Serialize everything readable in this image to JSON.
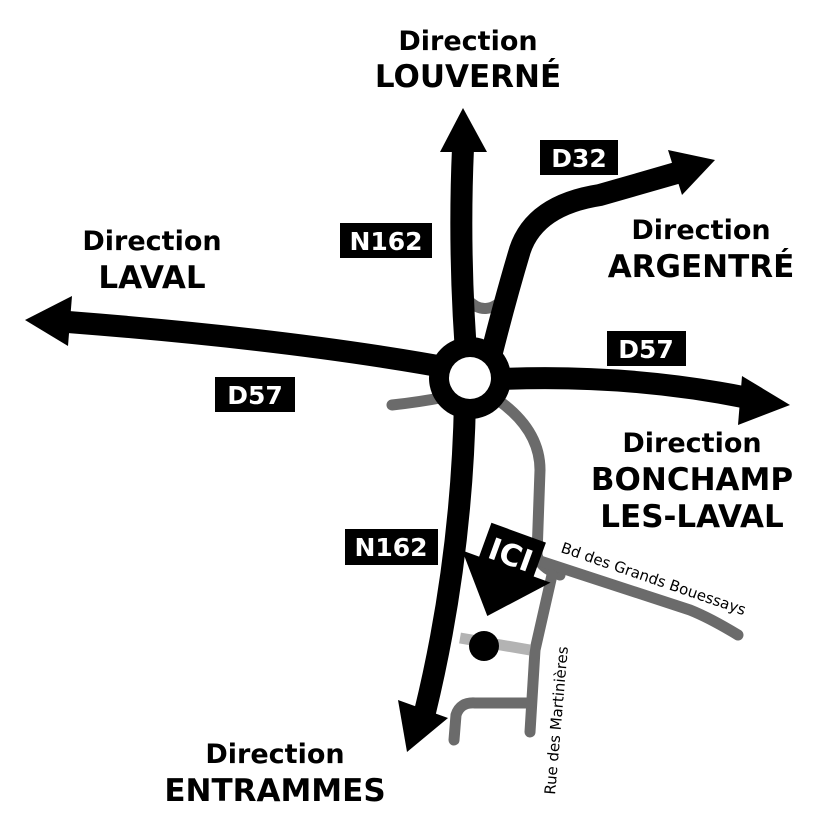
{
  "colors": {
    "road_main": "#000000",
    "road_local": "#6b6b6b",
    "road_access": "#b3b3b3",
    "background": "#ffffff"
  },
  "roads": {
    "n162_north": "N162",
    "n162_south": "N162",
    "d32": "D32",
    "d57_east": "D57",
    "d57_west": "D57"
  },
  "directions": {
    "north": {
      "line1": "Direction",
      "line2": "LOUVERNÉ"
    },
    "west": {
      "line1": "Direction",
      "line2": "LAVAL"
    },
    "northeast": {
      "line1": "Direction",
      "line2": "ARGENTRÉ"
    },
    "east": {
      "line1": "Direction",
      "line2": "BONCHAMP",
      "line3": "LES-LAVAL"
    },
    "south": {
      "line1": "Direction",
      "line2": "ENTRAMMES"
    }
  },
  "streets": {
    "boulevard": "Bd des Grands Bouessays",
    "rue": "Rue des Martinières"
  },
  "marker": {
    "label": "ICI"
  }
}
